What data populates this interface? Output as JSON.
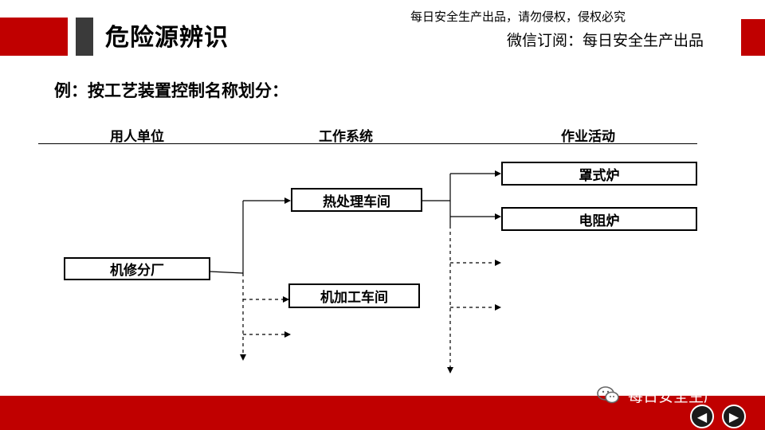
{
  "header": {
    "title": "危险源辨识",
    "notice": "每日安全生产出品，请勿侵权，侵权必究",
    "subscribe": "微信订阅：每日安全生产出品"
  },
  "subtitle": "例：按工艺装置控制名称划分：",
  "diagram": {
    "columns": [
      "用人单位",
      "工作系统",
      "作业活动"
    ],
    "nodes": {
      "unit": "机修分厂",
      "workshop_heat": "热处理车间",
      "workshop_machining": "机加工车间",
      "activity_hood": "罩式炉",
      "activity_resist": "电阻炉"
    }
  },
  "footer": {
    "brand": "每日安全生产",
    "prev_icon": "arrow-left-icon",
    "next_icon": "arrow-right-icon",
    "wechat_icon": "wechat-icon"
  },
  "colors": {
    "accent": "#c00000",
    "dark": "#2b2b2b"
  }
}
